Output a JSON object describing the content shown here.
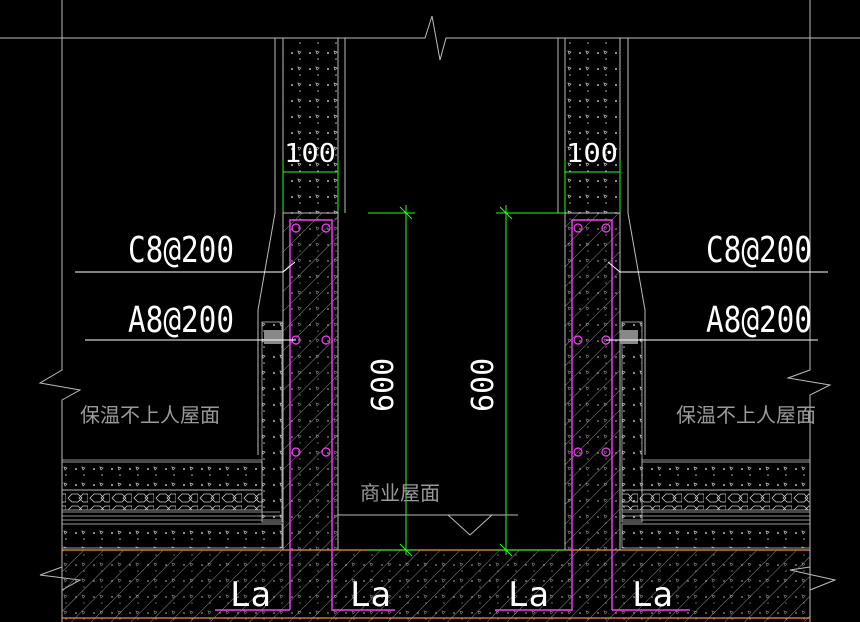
{
  "colors": {
    "background": "#000000",
    "outline": "#bdbdbd",
    "concrete": "#cfcfcf",
    "rebar": "#ff3cff",
    "dimension": "#22ff22",
    "hatch": "#9a9a9a",
    "roof_line": "#ff8844",
    "label": "#ffffff",
    "note": "#9a9a9a"
  },
  "left": {
    "dim_width": "100",
    "rebar_top": "C8@200",
    "rebar_mid": "A8@200",
    "dim_height": "600",
    "roof_note": "保温不上人屋面"
  },
  "right": {
    "dim_width": "100",
    "rebar_top": "C8@200",
    "rebar_mid": "A8@200",
    "dim_height": "600",
    "roof_note": "保温不上人屋面"
  },
  "center": {
    "roof_note": "商业屋面"
  },
  "anchors": [
    "La",
    "La",
    "La",
    "La"
  ]
}
